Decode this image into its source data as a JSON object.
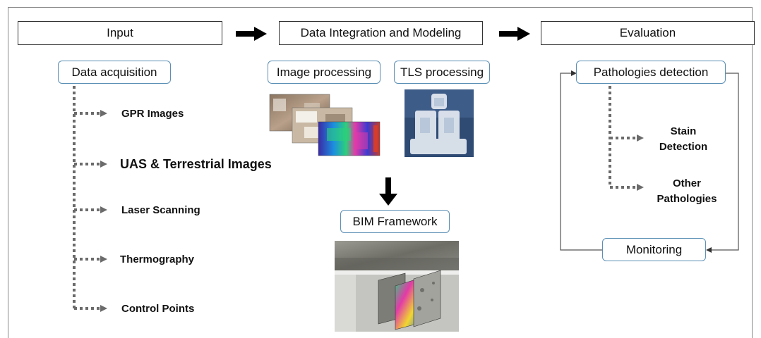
{
  "stages": {
    "input": "Input",
    "integration": "Data Integration and Modeling",
    "evaluation": "Evaluation"
  },
  "acquisition": {
    "title": "Data acquisition",
    "items": [
      "GPR Images",
      "UAS & Terrestrial Images",
      "Laser Scanning",
      "Thermography",
      "Control Points"
    ]
  },
  "processing": {
    "image": "Image processing",
    "tls": "TLS processing",
    "bim": "BIM Framework"
  },
  "evaluation": {
    "detection": "Pathologies detection",
    "items": [
      {
        "line1": "Stain",
        "line2": "Detection"
      },
      {
        "line1": "Other",
        "line2": "Pathologies"
      }
    ],
    "monitoring": "Monitoring"
  },
  "colors": {
    "box_border": "#5b8fb5",
    "dotted_connector": "#6b6b6b",
    "stage_arrow": "#000000"
  }
}
